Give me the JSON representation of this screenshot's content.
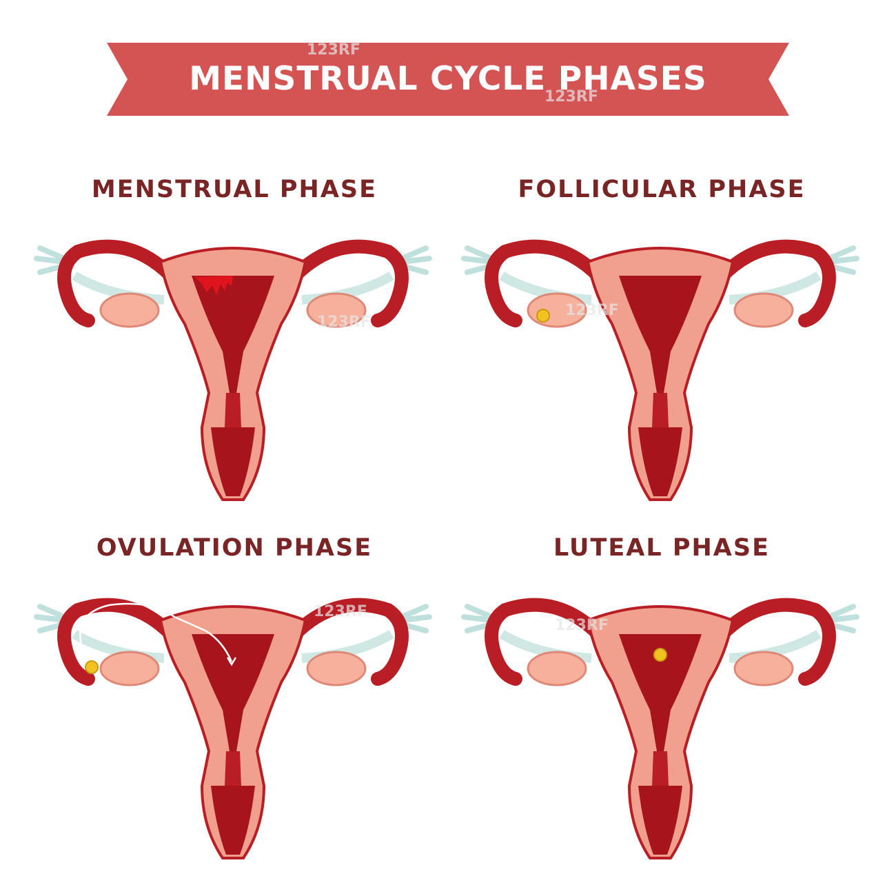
{
  "title": "MENSTRUAL CYCLE PHASES",
  "colors": {
    "banner": "#d45454",
    "label": "#7a2525",
    "outer_tissue": "#f0a08c",
    "tube": "#b81e24",
    "cavity": "#a8141c",
    "ovary": "#f6b09c",
    "fimbriae": "#bfe0dc",
    "egg": "#f2c320"
  },
  "phases": [
    {
      "label": "MENSTRUAL PHASE",
      "egg": "none",
      "bleeding": true,
      "arrow": false
    },
    {
      "label": "FOLLICULAR PHASE",
      "egg": "left-ovary",
      "bleeding": false,
      "arrow": false
    },
    {
      "label": "OVULATION PHASE",
      "egg": "left-tube-end",
      "bleeding": false,
      "arrow": true
    },
    {
      "label": "LUTEAL PHASE",
      "egg": "uterus",
      "bleeding": false,
      "arrow": false
    }
  ],
  "watermark": "123RF"
}
